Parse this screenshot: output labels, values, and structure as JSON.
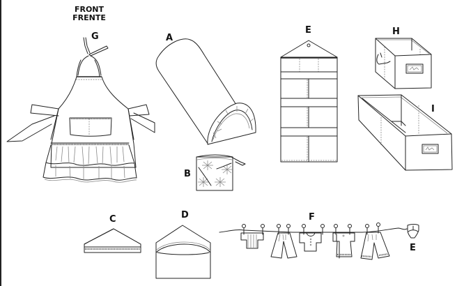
{
  "header": {
    "line1": "FRONT",
    "line2": "FRENTE"
  },
  "views": [
    {
      "key": "G",
      "label": "G",
      "item": "apron"
    },
    {
      "key": "A",
      "label": "A",
      "item": "half-round-bolster-cushion"
    },
    {
      "key": "B",
      "label": "B",
      "item": "drawstring-bag"
    },
    {
      "key": "E",
      "label": "E",
      "item": "hanging-pocket-organizer"
    },
    {
      "key": "H",
      "label": "H",
      "item": "small-storage-box"
    },
    {
      "key": "I",
      "label": "I",
      "item": "long-storage-box"
    },
    {
      "key": "C",
      "label": "C",
      "item": "envelope-flap-trimmed"
    },
    {
      "key": "D",
      "label": "D",
      "item": "envelope-pouch"
    },
    {
      "key": "F",
      "label": "F",
      "item": "clothesline-garland"
    },
    {
      "key": "E2",
      "label": "E",
      "item": "hanging-hook-detail"
    }
  ]
}
